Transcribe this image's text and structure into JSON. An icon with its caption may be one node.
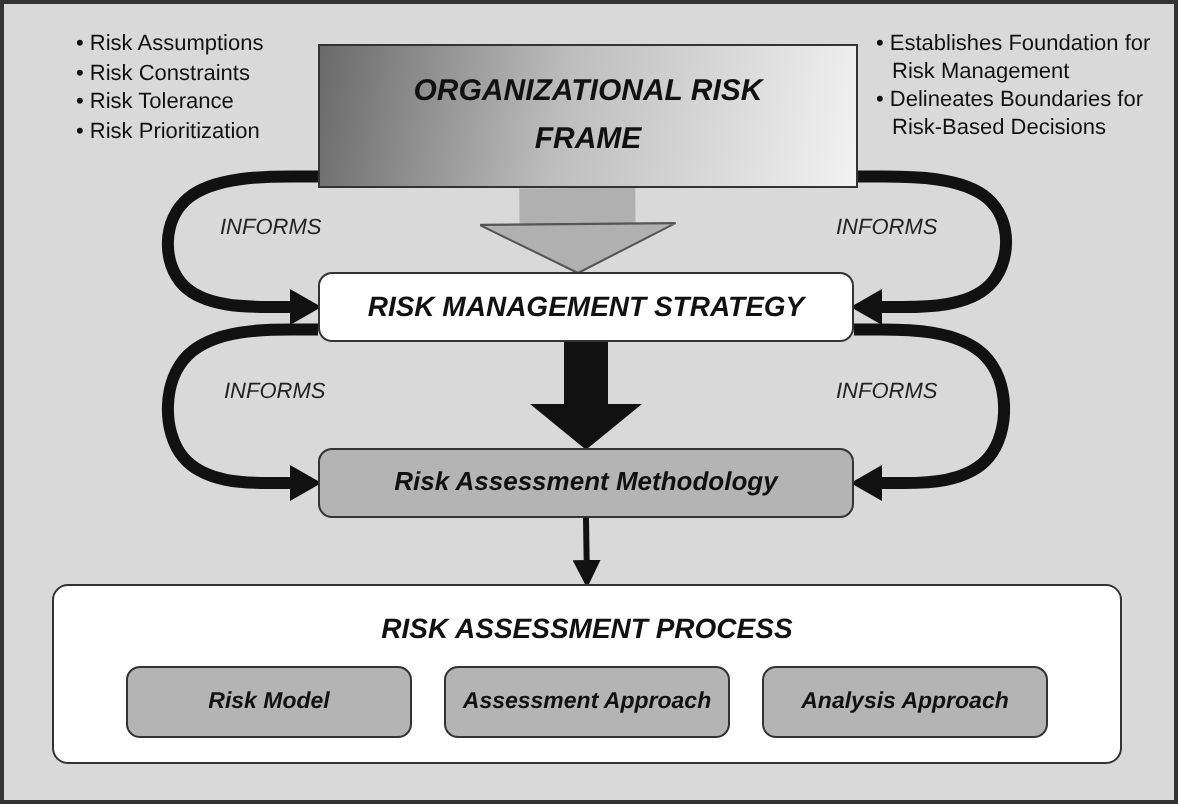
{
  "diagram": {
    "nodes": [
      {
        "text": [
          "ORGANIZATIONAL RISK FRAME"
        ]
      },
      {
        "text": [
          "RISK MANAGEMENT STRATEGY"
        ]
      },
      {
        "text": [
          "Risk Assessment Methodology"
        ]
      },
      {
        "text": [
          "RISK ASSESSMENT PROCESS"
        ]
      },
      {
        "text": [
          "Risk Model"
        ],
        "in": 3
      },
      {
        "text": [
          "Assessment Approach"
        ],
        "in": 3
      },
      {
        "text": [
          "Analysis Approach"
        ],
        "in": 3
      }
    ],
    "edges": [
      {
        "from": 0,
        "to": 1,
        "arrow": "to",
        "style": "thick",
        "color": "#b0b0b0"
      },
      {
        "from": 0,
        "to": 1,
        "arrow": "to",
        "label": "INFORMS"
      },
      {
        "from": 0,
        "to": 1,
        "arrow": "to",
        "label": "INFORMS"
      },
      {
        "from": 1,
        "to": 2,
        "arrow": "to",
        "style": "thick"
      },
      {
        "from": 1,
        "to": 2,
        "arrow": "to",
        "label": "INFORMS"
      },
      {
        "from": 1,
        "to": 2,
        "arrow": "to",
        "label": "INFORMS"
      },
      {
        "from": 2,
        "to": 3,
        "arrow": "to"
      }
    ],
    "labels": [
      "• Risk Assumptions",
      "• Risk Constraints",
      "• Risk Tolerance",
      "• Risk Prioritization",
      "• Establishes Foundation for Risk Management",
      "• Delineates Boundaries for Risk-Based Decisions"
    ]
  }
}
